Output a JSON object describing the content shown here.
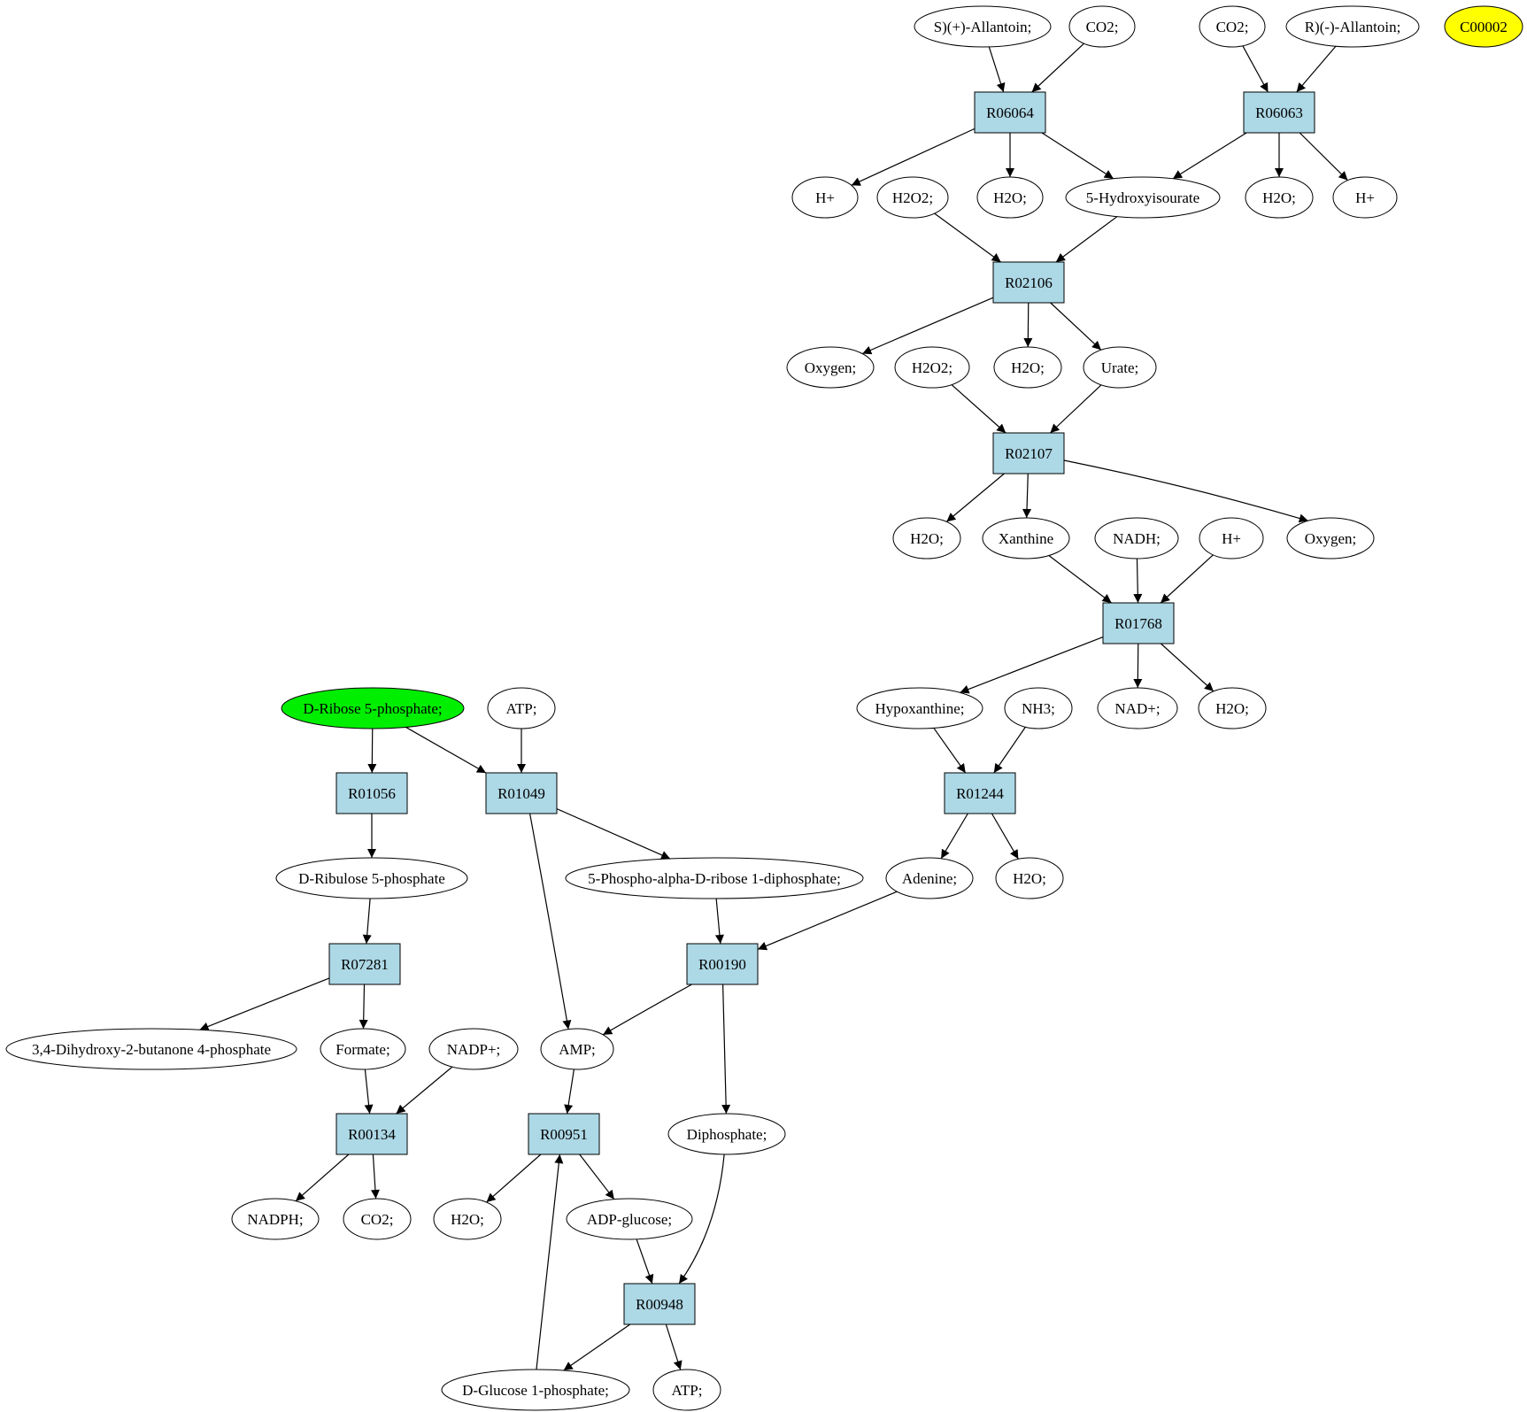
{
  "colors": {
    "reaction_fill": "#add8e6",
    "compound_fill": "#ffffff",
    "source_fill": "#00ee00",
    "highlight_fill": "#ffff00",
    "stroke": "#000000"
  },
  "nodes": [
    {
      "id": "m1",
      "label": "S)(+)-Allantoin;",
      "kind": "compound"
    },
    {
      "id": "m2",
      "label": "CO2;",
      "kind": "compound"
    },
    {
      "id": "m3",
      "label": "CO2;",
      "kind": "compound"
    },
    {
      "id": "m4",
      "label": "R)(-)-Allantoin;",
      "kind": "compound"
    },
    {
      "id": "m5",
      "label": "C00002",
      "kind": "highlight"
    },
    {
      "id": "r1",
      "label": "R06064",
      "kind": "reaction"
    },
    {
      "id": "r2",
      "label": "R06063",
      "kind": "reaction"
    },
    {
      "id": "m6",
      "label": "H+",
      "kind": "compound"
    },
    {
      "id": "m7",
      "label": "H2O2;",
      "kind": "compound"
    },
    {
      "id": "m8",
      "label": "H2O;",
      "kind": "compound"
    },
    {
      "id": "m9",
      "label": "5-Hydroxyisourate",
      "kind": "compound"
    },
    {
      "id": "m10",
      "label": "H2O;",
      "kind": "compound"
    },
    {
      "id": "m11",
      "label": "H+",
      "kind": "compound"
    },
    {
      "id": "r3",
      "label": "R02106",
      "kind": "reaction"
    },
    {
      "id": "m12",
      "label": "Oxygen;",
      "kind": "compound"
    },
    {
      "id": "m13",
      "label": "H2O2;",
      "kind": "compound"
    },
    {
      "id": "m14",
      "label": "H2O;",
      "kind": "compound"
    },
    {
      "id": "m15",
      "label": "Urate;",
      "kind": "compound"
    },
    {
      "id": "r4",
      "label": "R02107",
      "kind": "reaction"
    },
    {
      "id": "m16",
      "label": "H2O;",
      "kind": "compound"
    },
    {
      "id": "m17",
      "label": "Xanthine",
      "kind": "compound"
    },
    {
      "id": "m18",
      "label": "NADH;",
      "kind": "compound"
    },
    {
      "id": "m19",
      "label": "H+",
      "kind": "compound"
    },
    {
      "id": "m20",
      "label": "Oxygen;",
      "kind": "compound"
    },
    {
      "id": "r5",
      "label": "R01768",
      "kind": "reaction"
    },
    {
      "id": "m21",
      "label": "D-Ribose 5-phosphate;",
      "kind": "source"
    },
    {
      "id": "m22",
      "label": "ATP;",
      "kind": "compound"
    },
    {
      "id": "m23",
      "label": "Hypoxanthine;",
      "kind": "compound"
    },
    {
      "id": "m24",
      "label": "NH3;",
      "kind": "compound"
    },
    {
      "id": "m25",
      "label": "NAD+;",
      "kind": "compound"
    },
    {
      "id": "m26",
      "label": "H2O;",
      "kind": "compound"
    },
    {
      "id": "r6",
      "label": "R01056",
      "kind": "reaction"
    },
    {
      "id": "r7",
      "label": "R01049",
      "kind": "reaction"
    },
    {
      "id": "r8",
      "label": "R01244",
      "kind": "reaction"
    },
    {
      "id": "m27",
      "label": "D-Ribulose 5-phosphate",
      "kind": "compound"
    },
    {
      "id": "m28",
      "label": "5-Phospho-alpha-D-ribose 1-diphosphate;",
      "kind": "compound"
    },
    {
      "id": "m29",
      "label": "Adenine;",
      "kind": "compound"
    },
    {
      "id": "m30",
      "label": "H2O;",
      "kind": "compound"
    },
    {
      "id": "r9",
      "label": "R07281",
      "kind": "reaction"
    },
    {
      "id": "r10",
      "label": "R00190",
      "kind": "reaction"
    },
    {
      "id": "m31",
      "label": "3,4-Dihydroxy-2-butanone 4-phosphate",
      "kind": "compound"
    },
    {
      "id": "m32",
      "label": "Formate;",
      "kind": "compound"
    },
    {
      "id": "m33",
      "label": "NADP+;",
      "kind": "compound"
    },
    {
      "id": "m34",
      "label": "AMP;",
      "kind": "compound"
    },
    {
      "id": "r11",
      "label": "R00134",
      "kind": "reaction"
    },
    {
      "id": "r12",
      "label": "R00951",
      "kind": "reaction"
    },
    {
      "id": "m35",
      "label": "Diphosphate;",
      "kind": "compound"
    },
    {
      "id": "m36",
      "label": "NADPH;",
      "kind": "compound"
    },
    {
      "id": "m37",
      "label": "CO2;",
      "kind": "compound"
    },
    {
      "id": "m38",
      "label": "H2O;",
      "kind": "compound"
    },
    {
      "id": "m39",
      "label": "ADP-glucose;",
      "kind": "compound"
    },
    {
      "id": "r13",
      "label": "R00948",
      "kind": "reaction"
    },
    {
      "id": "m40",
      "label": "D-Glucose 1-phosphate;",
      "kind": "compound"
    },
    {
      "id": "m41",
      "label": "ATP;",
      "kind": "compound"
    }
  ],
  "edges": [
    [
      "m1",
      "r1"
    ],
    [
      "m2",
      "r1"
    ],
    [
      "m3",
      "r2"
    ],
    [
      "m4",
      "r2"
    ],
    [
      "r1",
      "m6"
    ],
    [
      "r1",
      "m8"
    ],
    [
      "r1",
      "m9"
    ],
    [
      "r2",
      "m9"
    ],
    [
      "r2",
      "m10"
    ],
    [
      "r2",
      "m11"
    ],
    [
      "m7",
      "r3"
    ],
    [
      "m9",
      "r3"
    ],
    [
      "r3",
      "m12"
    ],
    [
      "r3",
      "m14"
    ],
    [
      "r3",
      "m15"
    ],
    [
      "m13",
      "r4"
    ],
    [
      "m15",
      "r4"
    ],
    [
      "r4",
      "m16"
    ],
    [
      "r4",
      "m17"
    ],
    [
      "r4",
      "m20"
    ],
    [
      "m17",
      "r5"
    ],
    [
      "m18",
      "r5"
    ],
    [
      "m19",
      "r5"
    ],
    [
      "r5",
      "m23"
    ],
    [
      "r5",
      "m25"
    ],
    [
      "r5",
      "m26"
    ],
    [
      "m23",
      "r8"
    ],
    [
      "m24",
      "r8"
    ],
    [
      "r8",
      "m29"
    ],
    [
      "r8",
      "m30"
    ],
    [
      "m21",
      "r6"
    ],
    [
      "m21",
      "r7"
    ],
    [
      "m22",
      "r7"
    ],
    [
      "r6",
      "m27"
    ],
    [
      "r7",
      "m28"
    ],
    [
      "r7",
      "m34"
    ],
    [
      "m27",
      "r9"
    ],
    [
      "r9",
      "m31"
    ],
    [
      "r9",
      "m32"
    ],
    [
      "m28",
      "r10"
    ],
    [
      "m29",
      "r10"
    ],
    [
      "r10",
      "m34"
    ],
    [
      "r10",
      "m35"
    ],
    [
      "m32",
      "r11"
    ],
    [
      "m33",
      "r11"
    ],
    [
      "r11",
      "m36"
    ],
    [
      "r11",
      "m37"
    ],
    [
      "m34",
      "r12"
    ],
    [
      "m40",
      "r12"
    ],
    [
      "r12",
      "m38"
    ],
    [
      "r12",
      "m39"
    ],
    [
      "m39",
      "r13"
    ],
    [
      "m35",
      "r13"
    ],
    [
      "r13",
      "m40"
    ],
    [
      "r13",
      "m41"
    ]
  ]
}
